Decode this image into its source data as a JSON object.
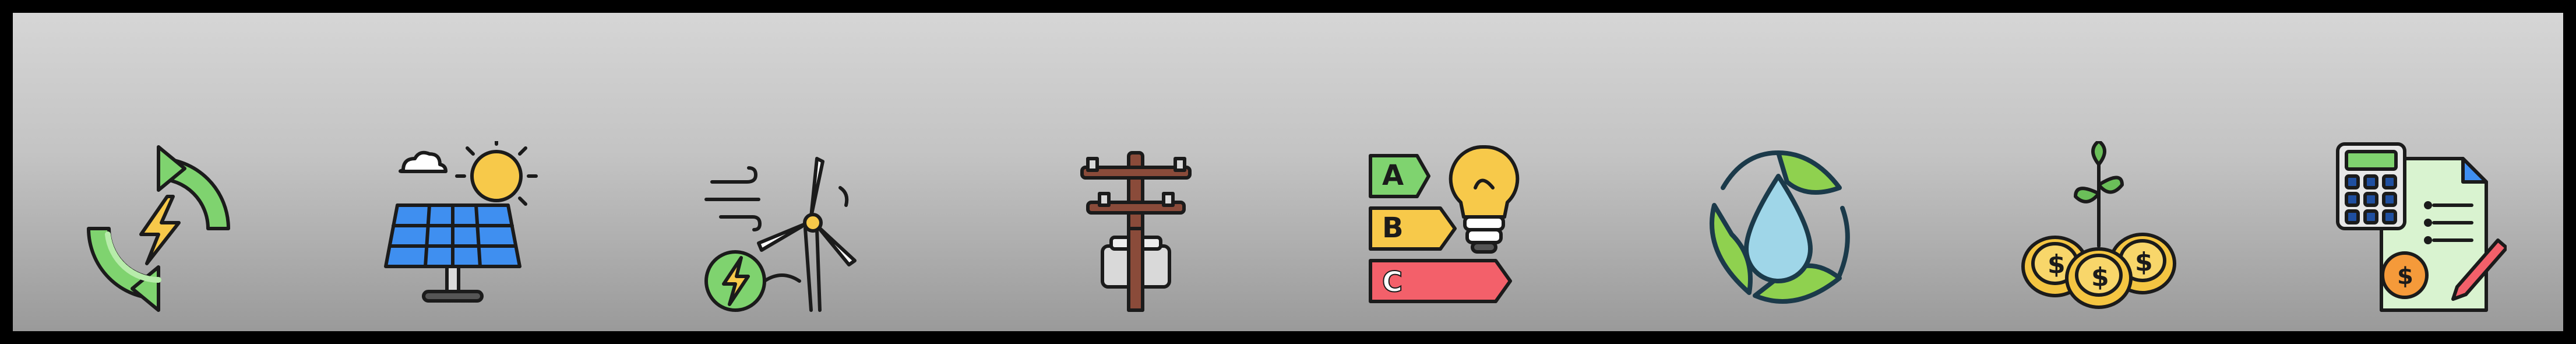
{
  "icons": [
    {
      "name": "renewable-energy-cycle-icon"
    },
    {
      "name": "solar-panel-icon"
    },
    {
      "name": "wind-turbine-icon"
    },
    {
      "name": "power-pole-icon"
    },
    {
      "name": "energy-efficiency-rating-icon"
    },
    {
      "name": "water-recycle-icon"
    },
    {
      "name": "money-growth-icon"
    },
    {
      "name": "invoice-calculator-icon"
    }
  ],
  "energy_rating": {
    "labels": [
      "A",
      "B",
      "C"
    ]
  },
  "currency_symbol": "$",
  "colors": {
    "frame": "#000000",
    "background_top": "#d6d6d6",
    "background_bottom": "#9a9a9a",
    "green": "#7fd36f",
    "yellow": "#f7c94a",
    "blue": "#3f8ff0",
    "red": "#f3606a",
    "brown": "#8a4b3a",
    "water": "#9fd6e8",
    "gold": "#f4c542"
  }
}
